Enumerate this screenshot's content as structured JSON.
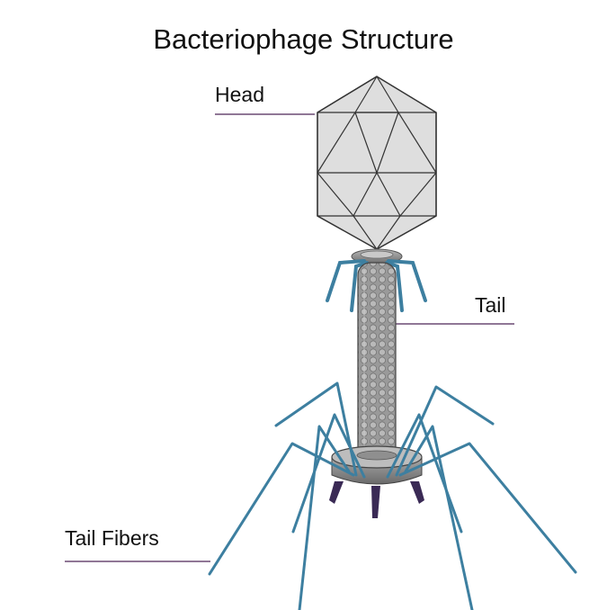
{
  "title": "Bacteriophage Structure",
  "labels": {
    "head": "Head",
    "tail": "Tail",
    "tail_fibers": "Tail Fibers"
  },
  "colors": {
    "capsid_fill": "#dcdcdc",
    "capsid_stroke": "#333333",
    "tail_sheath": "#8c8c8c",
    "fiber": "#3d7fa0",
    "leader_line": "#6b4a73",
    "spike": "#3a2a55"
  }
}
